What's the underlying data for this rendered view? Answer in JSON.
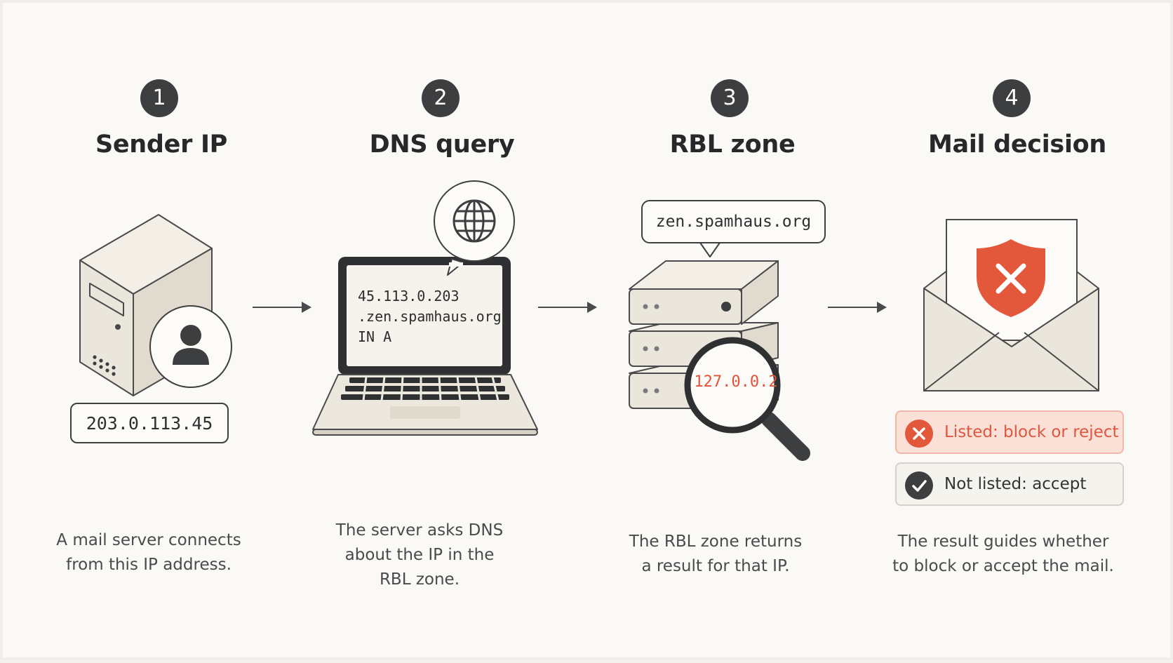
{
  "steps": [
    {
      "number": "1",
      "title": "Sender IP",
      "description": [
        "A mail server connects",
        "from this IP address."
      ],
      "value": "203.0.113.45"
    },
    {
      "number": "2",
      "title": "DNS query",
      "description": [
        "The server asks DNS",
        "about the IP in the",
        "RBL zone."
      ],
      "query_lines": [
        "45.113.0.203",
        ".zen.spamhaus.org",
        "IN A"
      ]
    },
    {
      "number": "3",
      "title": "RBL zone",
      "description": [
        "The RBL zone returns",
        "a result for that IP."
      ],
      "zone": "zen.spamhaus.org",
      "result": "127.0.0.2"
    },
    {
      "number": "4",
      "title": "Mail decision",
      "description": [
        "The result guides whether",
        "to block or accept the mail."
      ],
      "outcomes": {
        "listed": "Listed: block or reject",
        "not_listed": "Not listed: accept"
      }
    }
  ],
  "icons": {
    "user": "user-icon",
    "globe": "globe-icon",
    "magnifier": "magnifier-icon",
    "shield": "shield-x-icon",
    "envelope": "envelope-icon",
    "x": "x-icon",
    "check": "check-icon",
    "arrow": "arrow-right-icon"
  },
  "colors": {
    "badge": "#3d3e40",
    "alert": "#e3573b",
    "listed_background": "#fbe0d8",
    "result_text": "#e0533a"
  }
}
